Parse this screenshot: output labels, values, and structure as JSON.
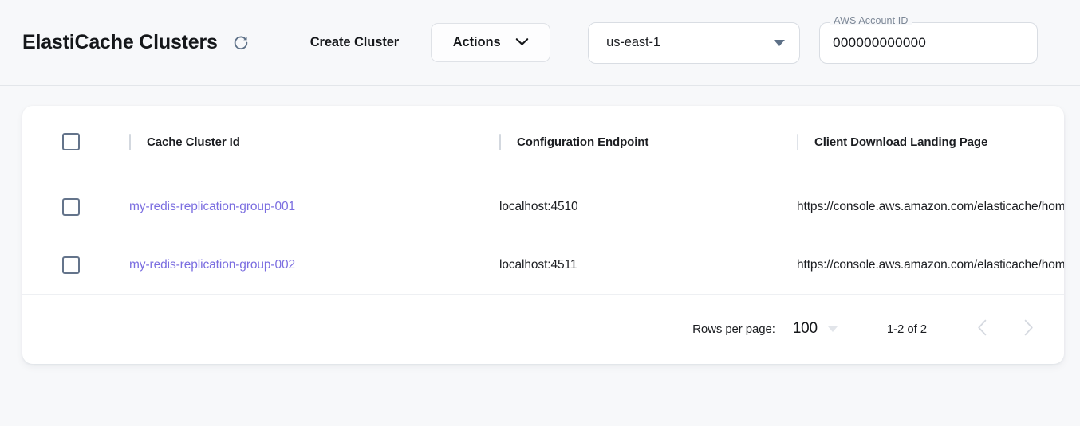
{
  "header": {
    "title": "ElastiCache Clusters",
    "refresh_icon": "refresh-icon",
    "create_cluster_label": "Create Cluster",
    "actions_label": "Actions",
    "actions_chevron_icon": "chevron-down-icon",
    "region": {
      "value": "us-east-1",
      "caret_icon": "triangle-down-icon"
    },
    "account": {
      "legend": "AWS Account ID",
      "value": "000000000000"
    }
  },
  "table": {
    "columns": [
      {
        "label": "Cache Cluster Id"
      },
      {
        "label": "Configuration Endpoint"
      },
      {
        "label": "Client Download Landing Page"
      }
    ],
    "rows": [
      {
        "cluster_id": "my-redis-replication-group-001",
        "configuration_endpoint": "localhost:4510",
        "client_download_landing_page": "https://console.aws.amazon.com/elasticache/home"
      },
      {
        "cluster_id": "my-redis-replication-group-002",
        "configuration_endpoint": "localhost:4511",
        "client_download_landing_page": "https://console.aws.amazon.com/elasticache/home"
      }
    ]
  },
  "pagination": {
    "rows_per_page_label": "Rows per page:",
    "rows_per_page_value": "100",
    "range_label": "1-2 of 2",
    "prev_icon": "chevron-left-icon",
    "next_icon": "chevron-right-icon"
  },
  "colors": {
    "page_background": "#f7f8fa",
    "card_background": "#ffffff",
    "link": "#7b6ee0",
    "text": "#1b1d21",
    "muted": "#7c8796",
    "icon_slate": "#5d7087",
    "disabled_arrow": "#d5d9e0"
  }
}
